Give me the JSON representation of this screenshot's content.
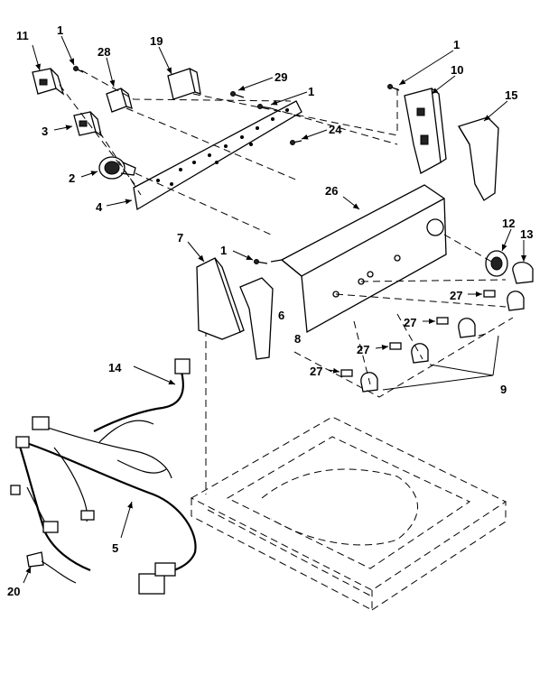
{
  "callouts": {
    "p1_top": "1",
    "p1_panel": "1",
    "p1_console": "1",
    "p1_bracket": "1",
    "p2": "2",
    "p3": "3",
    "p4": "4",
    "p5": "5",
    "p6": "6",
    "p7": "7",
    "p8": "8",
    "p9": "9",
    "p10": "10",
    "p11": "11",
    "p12": "12",
    "p13": "13",
    "p14": "14",
    "p15": "15",
    "p19": "19",
    "p20": "20",
    "p24": "24",
    "p26": "26",
    "p27a": "27",
    "p27b": "27",
    "p27c": "27",
    "p27d": "27",
    "p28": "28",
    "p29": "29"
  }
}
